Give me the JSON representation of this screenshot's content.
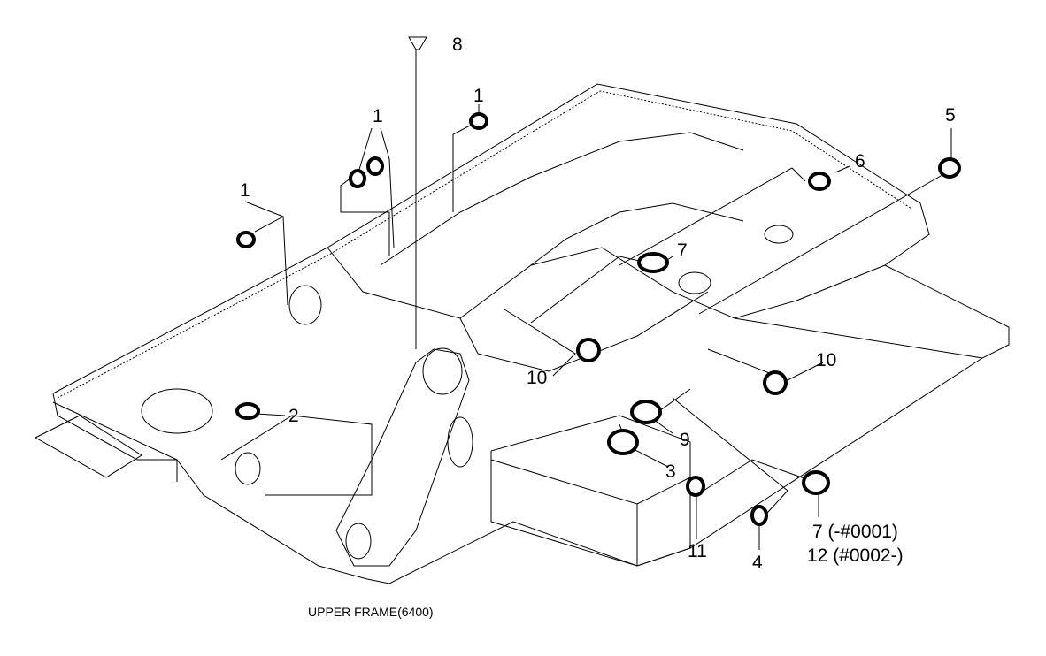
{
  "caption": "UPPER FRAME(6400)",
  "callouts": [
    {
      "id": "c8",
      "label": "8"
    },
    {
      "id": "c1a",
      "label": "1"
    },
    {
      "id": "c1b",
      "label": "1"
    },
    {
      "id": "c1c",
      "label": "1"
    },
    {
      "id": "c6",
      "label": "6"
    },
    {
      "id": "c5",
      "label": "5"
    },
    {
      "id": "c7",
      "label": "7"
    },
    {
      "id": "c10a",
      "label": "10"
    },
    {
      "id": "c10b",
      "label": "10"
    },
    {
      "id": "c2",
      "label": "2"
    },
    {
      "id": "c9",
      "label": "9"
    },
    {
      "id": "c3",
      "label": "3"
    },
    {
      "id": "c11",
      "label": "11"
    },
    {
      "id": "c4",
      "label": "4"
    },
    {
      "id": "c7b",
      "label": "7 (-#0001)"
    },
    {
      "id": "c12",
      "label": "12 (#0002-)"
    }
  ]
}
